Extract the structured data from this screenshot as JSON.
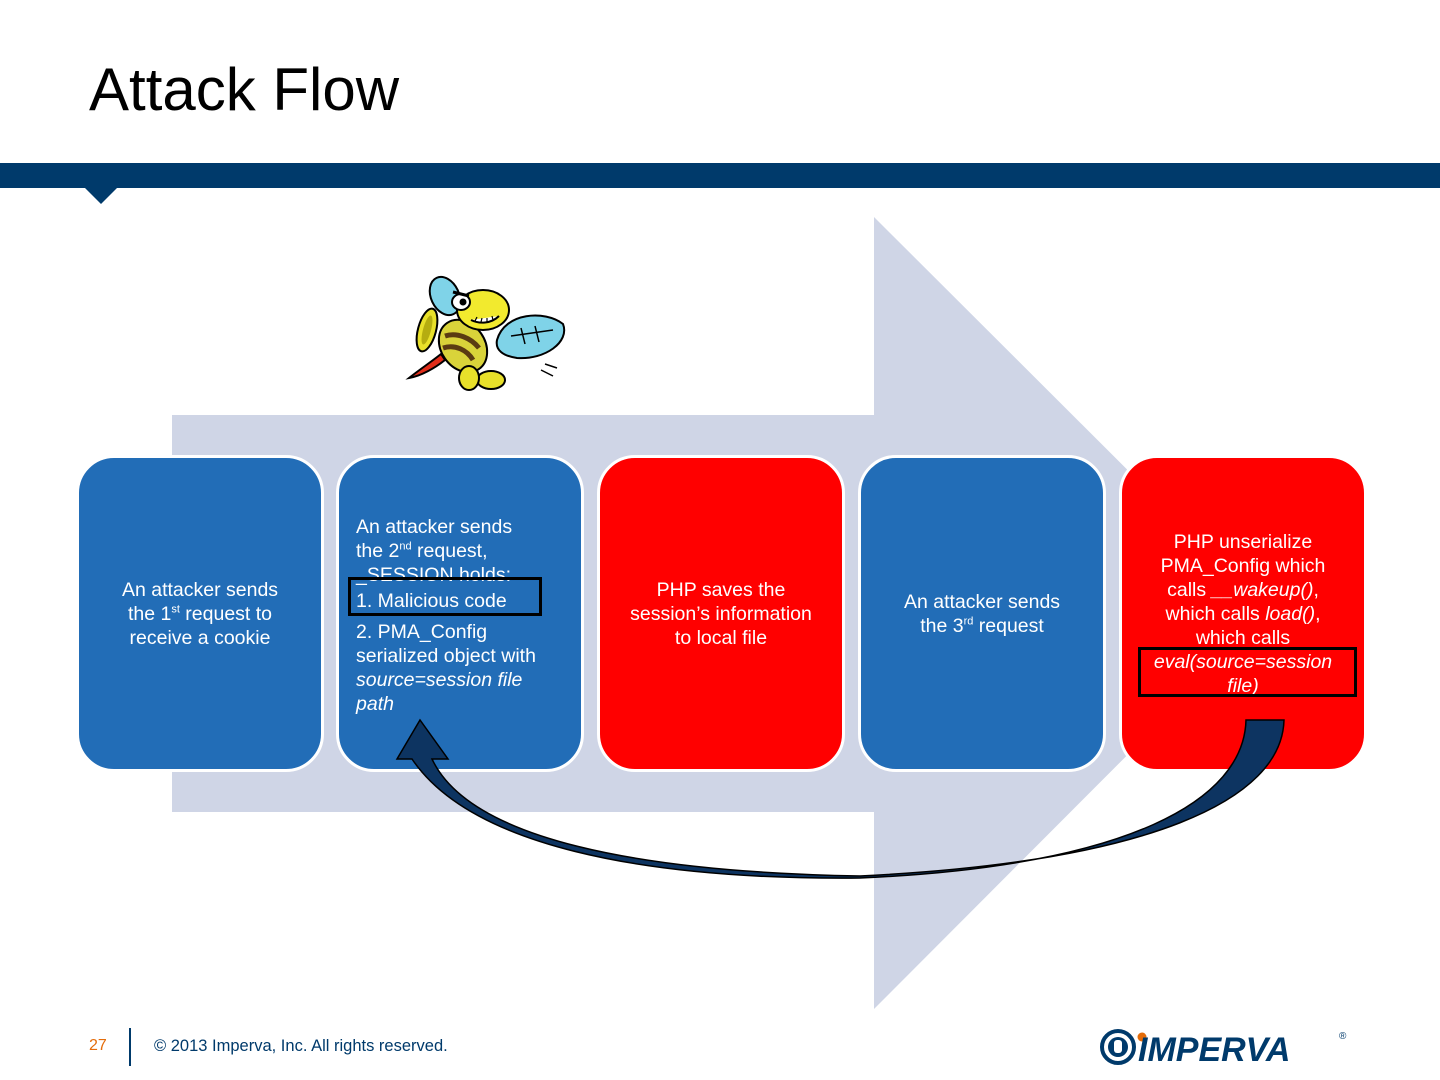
{
  "slide": {
    "title": "Attack Flow"
  },
  "steps": [
    {
      "line1": "An attacker sends",
      "line2_pre": "the 1",
      "line2_sup": "st",
      "line2_post": " request to",
      "line3": "receive a cookie",
      "color": "#226db7"
    },
    {
      "intro_l1": "An attacker sends",
      "intro_l2_pre": "the 2",
      "intro_l2_sup": "nd",
      "intro_l2_post": " request,",
      "intro_l3": "_SESSION holds:",
      "item1": "1. Malicious code",
      "item2_l1": "2. PMA_Config",
      "item2_l2": "serialized object with",
      "item2_l3_italic": "source=session file",
      "item2_l4_italic": "path",
      "color": "#226db7"
    },
    {
      "line1": "PHP saves the",
      "line2": "session’s information",
      "line3": "to local file",
      "color": "#ff0000"
    },
    {
      "line1": "An attacker sends",
      "line2_pre": "the 3",
      "line2_sup": "rd",
      "line2_post": " request",
      "color": "#226db7"
    },
    {
      "line1": "PHP unserialize",
      "line2": "PMA_Config which",
      "line3_pre": "calls ",
      "line3_italic": "__wakeup()",
      "line3_post": ",",
      "line4_pre": "which calls ",
      "line4_italic": "load()",
      "line4_post": ",",
      "line5": "which calls",
      "line6_italic": "eval(source=session",
      "line7_italic": "file)",
      "color": "#ff0000"
    }
  ],
  "footer": {
    "page_number": "27",
    "copyright": "© 2013 Imperva, Inc. All rights reserved.",
    "logo_text": "IMPERVA",
    "logo_mark": "®"
  },
  "colors": {
    "header_bar": "#003a6b",
    "arrow_background": "#cfd5e6",
    "curved_arrow": "#0d3461",
    "page_number": "#e46c0a"
  },
  "icons": {
    "mascot": "cartoon-bee-icon",
    "logo": "imperva-logo-icon"
  }
}
